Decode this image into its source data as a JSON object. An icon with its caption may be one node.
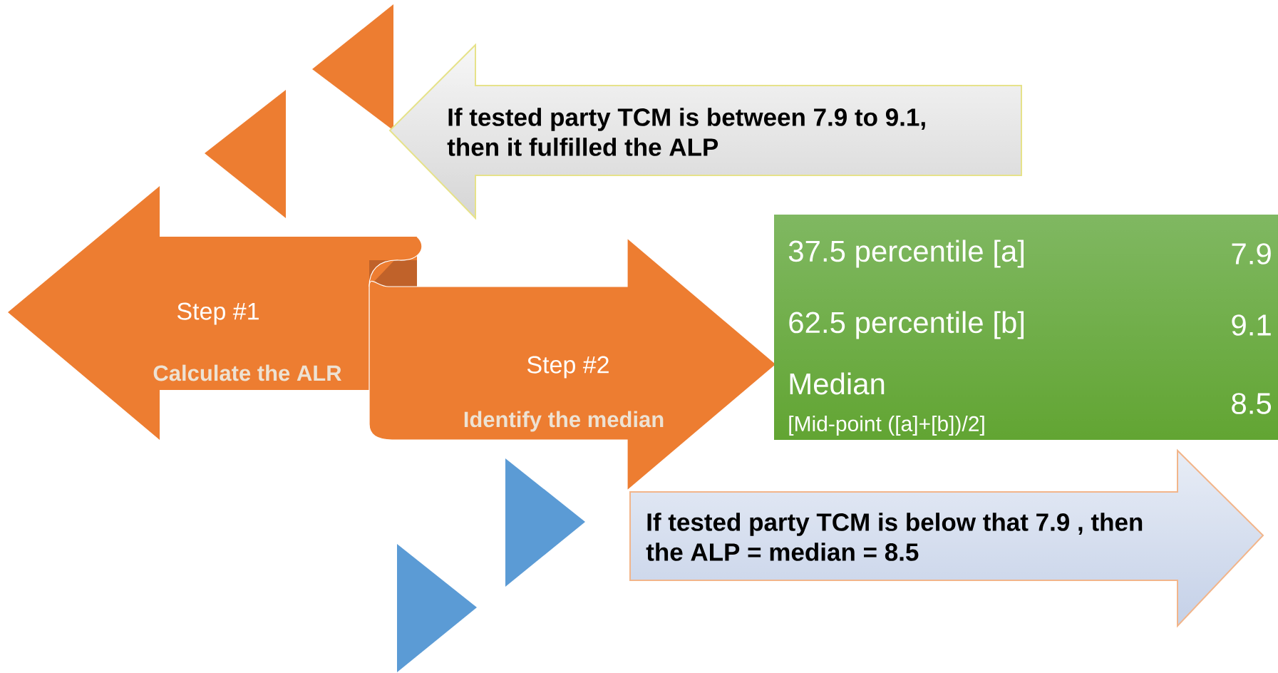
{
  "diagram": {
    "nodes": [
      {
        "text": [],
        "shape": "triangle"
      },
      {
        "text": [],
        "shape": "triangle"
      },
      {
        "text": [
          "Step #1",
          "Calculate the ALR"
        ]
      },
      {
        "text": [
          "Step #2",
          "Identify the median"
        ]
      },
      {
        "text": [
          "If tested party TCM is between 7.9 to 9.1, then it fulfilled the ALP"
        ]
      },
      {
        "text": [
          "37.5 percentile [a]",
          "7.9",
          "62.5 percentile [b]",
          "9.1",
          "Median",
          "[Mid-point ([a]+[b])/2]",
          "8.5"
        ]
      },
      {
        "text": [
          "If tested party TCM is below that 7.9 , then the ALP = median = 8.5"
        ]
      },
      {
        "text": [],
        "shape": "triangle"
      },
      {
        "text": [],
        "shape": "triangle"
      }
    ]
  }
}
